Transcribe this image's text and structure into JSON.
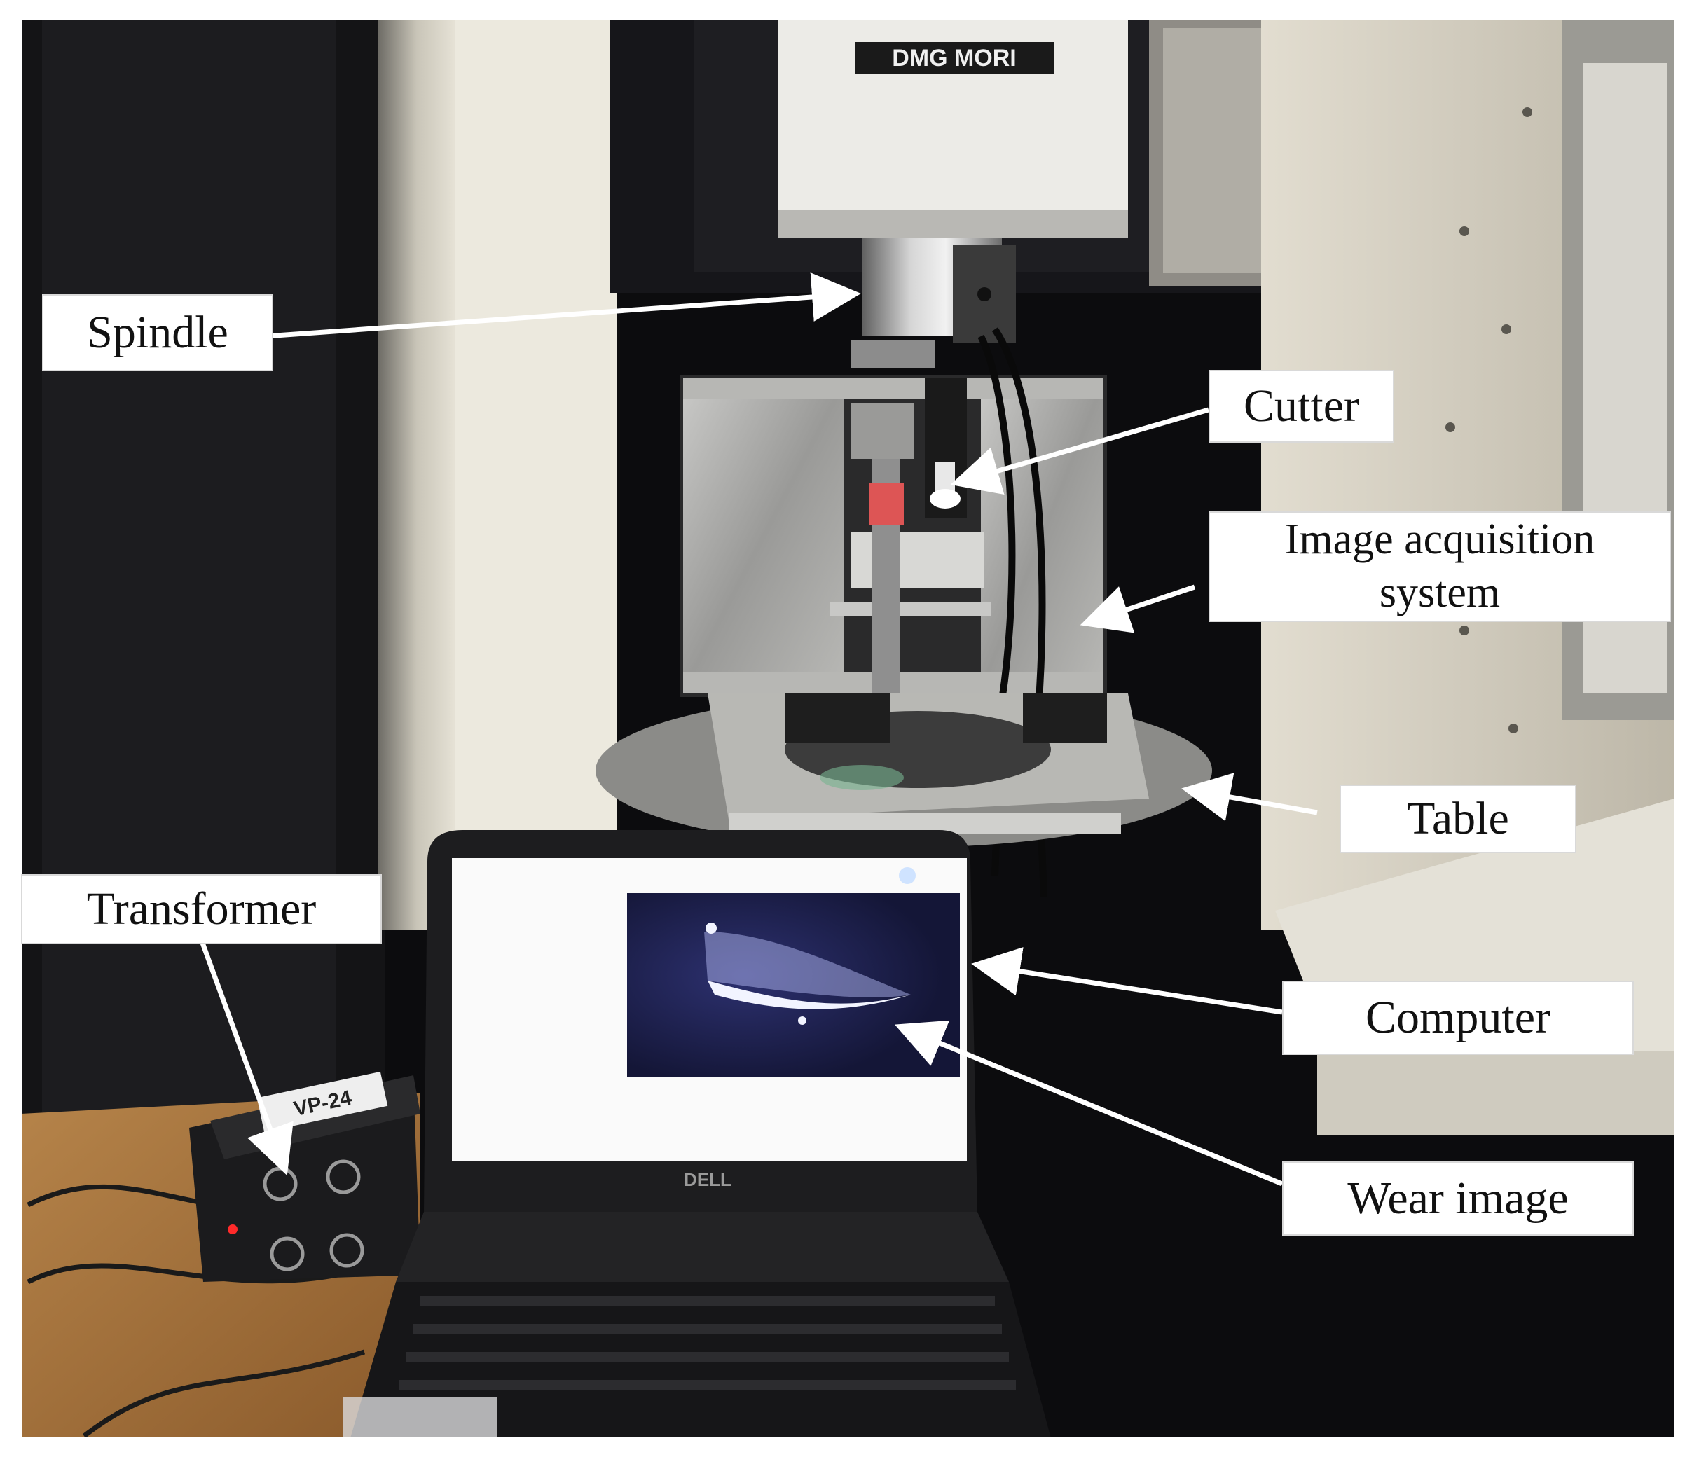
{
  "figure": {
    "brand_text": "DMG MORI",
    "laptop_brand": "DELL",
    "transformer_label": "VP-24",
    "colors": {
      "background": "#ffffff",
      "machine_interior": "#0c0c0e",
      "machine_panel": "#d8d3c4",
      "spindle_housing": "#e9e9e6",
      "aluminum": "#a8a8a6",
      "wear_image_bg": "#1b1d4a",
      "wear_highlight": "#e9ecff",
      "desk_wood": "#a8773e",
      "arrow": "#ffffff"
    }
  },
  "labels": {
    "spindle": "Spindle",
    "cutter": "Cutter",
    "image_acquisition_line1": "Image acquisition",
    "image_acquisition_line2": "system",
    "table": "Table",
    "transformer": "Transformer",
    "computer": "Computer",
    "wear_image": "Wear image"
  }
}
